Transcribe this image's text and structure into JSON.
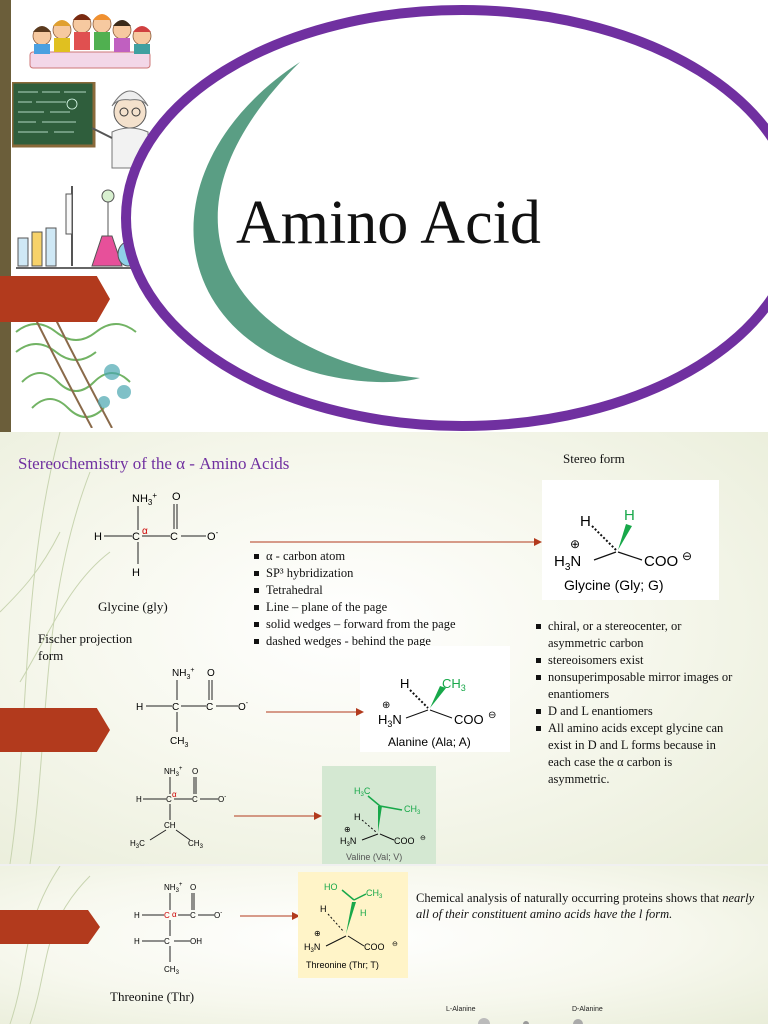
{
  "slide1": {
    "title": "Amino Acid",
    "colors": {
      "ring_outer": "#7030a0",
      "ring_inner": "#5a9e84",
      "arrow": "#b23a1d"
    }
  },
  "slide2": {
    "heading": "Stereochemistry of the α - Amino Acids",
    "stereo_form_label": "Stereo form",
    "glycine_label": "Glycine (gly)",
    "fischer_label": "Fischer projection form",
    "bullets_center": [
      "α - carbon atom",
      "SP³ hybridization",
      "Tetrahedral",
      "Line – plane of the page",
      "solid wedges – forward from the page",
      "dashed wedges - behind the page"
    ],
    "bullets_right": [
      "chiral, or a stereocenter, or asymmetric carbon",
      "stereoisomers exist",
      "nonsuperimposable mirror images or enantiomers",
      "D and L enantiomers",
      "All amino acids except glycine can exist in D and L forms because in each case the α carbon is asymmetric."
    ],
    "glycine_stereo_caption": "Glycine (Gly; G)",
    "alanine_stereo_caption": "Alanine (Ala; A)",
    "valine_stereo_caption": "Valine (Val; V)"
  },
  "slide3": {
    "threonine_label": "Threonine (Thr)",
    "threonine_stereo_caption": "Threonine (Thr; T)",
    "analysis_text_plain": "Chemical analysis of naturally occurring proteins shows that ",
    "analysis_text_italic": "nearly all of their constituent amino acids have the l form.",
    "l_alanine_label": "L-Alanine",
    "d_alanine_label": "D-Alanine"
  }
}
